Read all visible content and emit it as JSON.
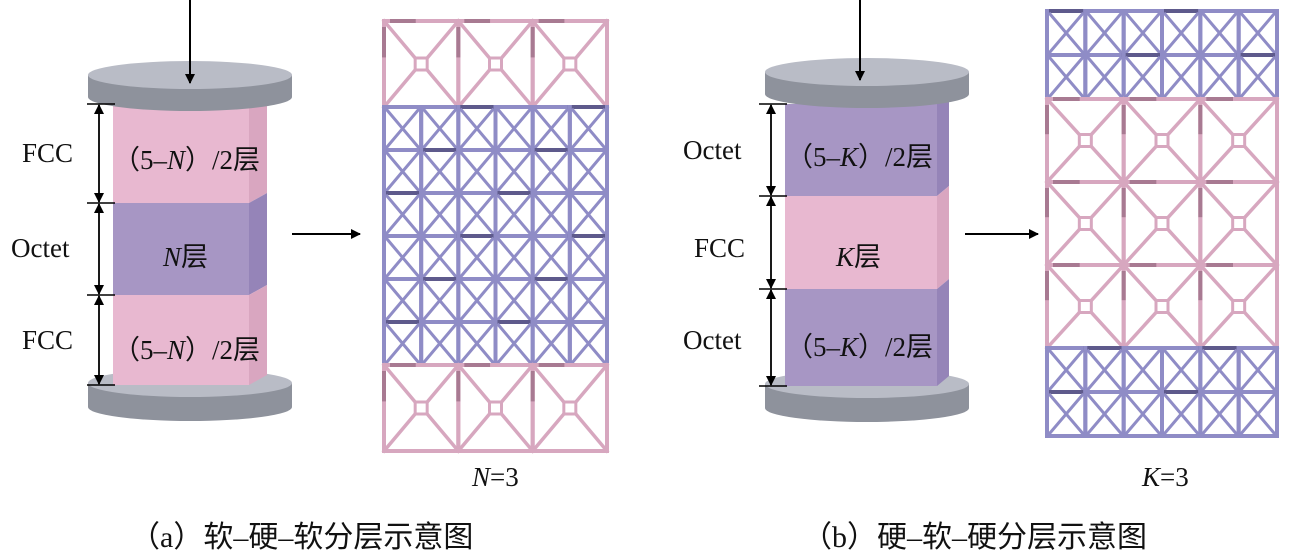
{
  "colors": {
    "fcc": "#e8b8d0",
    "fcc_side": "#d9a6c0",
    "octet": "#a796c4",
    "octet_side": "#9584b8",
    "plate_top": "#b9bcc6",
    "plate_side": "#8e929c",
    "fcc_strut": "#d7a7bf",
    "fcc_strut_dark": "#a87a92",
    "octet_strut": "#8f8cc6",
    "octet_strut_dark": "#5e5a8c"
  },
  "panel_a": {
    "layers": [
      {
        "type": "FCC",
        "label": "FCC",
        "count_text": "（5–",
        "var": "N",
        "count_suffix": "）/2层"
      },
      {
        "type": "Octet",
        "label": "Octet",
        "count_text": "",
        "var": "N",
        "count_suffix": "层"
      },
      {
        "type": "FCC",
        "label": "FCC",
        "count_text": "（5–",
        "var": "N",
        "count_suffix": "）/2层"
      }
    ],
    "lattice_rows": [
      "FCC",
      "Octet",
      "Octet",
      "Octet",
      "Octet",
      "Octet",
      "Octet",
      "FCC"
    ],
    "param_var": "N",
    "param_value": "=3",
    "caption": "（a）软–硬–软分层示意图"
  },
  "panel_b": {
    "layers": [
      {
        "type": "Octet",
        "label": "Octet",
        "count_text": "（5–",
        "var": "K",
        "count_suffix": "）/2层"
      },
      {
        "type": "FCC",
        "label": "FCC",
        "count_text": "",
        "var": "K",
        "count_suffix": "层"
      },
      {
        "type": "Octet",
        "label": "Octet",
        "count_text": "（5–",
        "var": "K",
        "count_suffix": "）/2层"
      }
    ],
    "lattice_rows": [
      "Octet",
      "Octet",
      "FCC",
      "FCC",
      "FCC",
      "Octet",
      "Octet"
    ],
    "param_var": "K",
    "param_value": "=3",
    "caption": "（b）硬–软–硬分层示意图"
  }
}
